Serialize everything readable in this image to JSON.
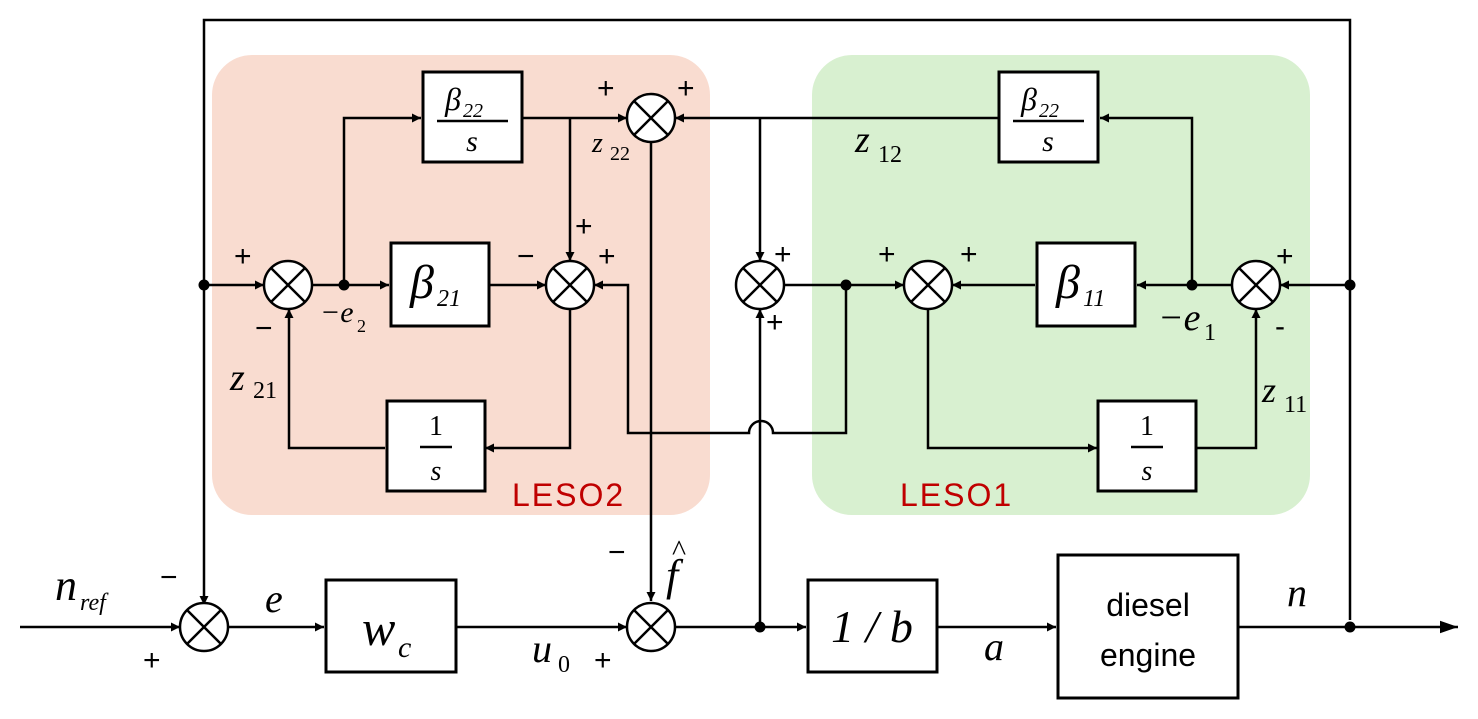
{
  "regions": {
    "leso2": {
      "label": "LESO2",
      "fill": "#f9dcd0"
    },
    "leso1": {
      "label": "LESO1",
      "fill": "#d8f0d0"
    },
    "label_color": "#c00000"
  },
  "blocks": {
    "wc": {
      "main": "w",
      "sub": "c"
    },
    "inv_b": {
      "text": "1 / b"
    },
    "engine": {
      "line1": "diesel",
      "line2": "engine"
    },
    "leso2_beta22": {
      "num": "β",
      "num_sub": "22",
      "den": "s"
    },
    "leso2_beta21": {
      "main": "β",
      "sub": "21"
    },
    "leso2_integrator": {
      "num": "1",
      "den": "s"
    },
    "leso1_beta22": {
      "num": "β",
      "num_sub": "22",
      "den": "s"
    },
    "leso1_beta11": {
      "main": "β",
      "sub": "11"
    },
    "leso1_integrator": {
      "num": "1",
      "den": "s"
    }
  },
  "signals": {
    "n_ref": {
      "main": "n",
      "sub": "ref"
    },
    "e": "e",
    "u0": {
      "main": "u",
      "sub": "0"
    },
    "f_hat": "f",
    "a": "a",
    "n": "n",
    "neg_e2": {
      "main": "−e",
      "sub": "2"
    },
    "neg_e1": {
      "main": "−e",
      "sub": "1"
    },
    "z21": {
      "main": "z",
      "sub": "21"
    },
    "z22": {
      "main": "z",
      "sub": "22"
    },
    "z12": {
      "main": "z",
      "sub": "12"
    },
    "z11": {
      "main": "z",
      "sub": "11"
    }
  },
  "signs": {
    "plus": "+",
    "minus": "−",
    "minus_short": "-"
  }
}
